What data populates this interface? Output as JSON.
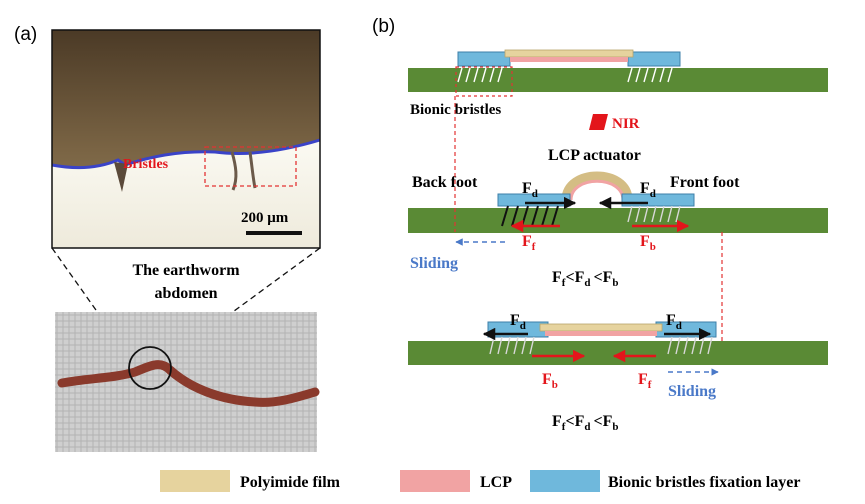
{
  "panel_a": {
    "label": "(a)",
    "bristles_label": "Bristles",
    "scale_bar": "200 μm",
    "caption_line1": "The earthworm",
    "caption_line2": "abdomen"
  },
  "panel_b": {
    "label": "(b)",
    "stage1": {
      "label": "Bionic bristles"
    },
    "nir_label": "NIR",
    "lcp_actuator_label": "LCP actuator",
    "back_foot_label": "Back foot",
    "front_foot_label": "Front foot",
    "force_main": "F",
    "sub_d": "d",
    "sub_f": "f",
    "sub_b": "b",
    "sliding_label": "Sliding",
    "relation_lt": "<",
    "colors": {
      "substrate": "#5a8a35",
      "polyimide": "#e6d39e",
      "lcp": "#f1a3a3",
      "fixation": "#6fb8dc",
      "force_red": "#e3151b",
      "force_black": "#111111",
      "sliding_blue": "#4a79c8",
      "dashed_red": "#e33333"
    }
  },
  "legend": {
    "items": [
      {
        "label": "Polyimide film",
        "color": "#e6d39e"
      },
      {
        "label": "LCP",
        "color": "#f1a3a3"
      },
      {
        "label": "Bionic bristles fixation layer",
        "color": "#6fb8dc"
      }
    ]
  }
}
